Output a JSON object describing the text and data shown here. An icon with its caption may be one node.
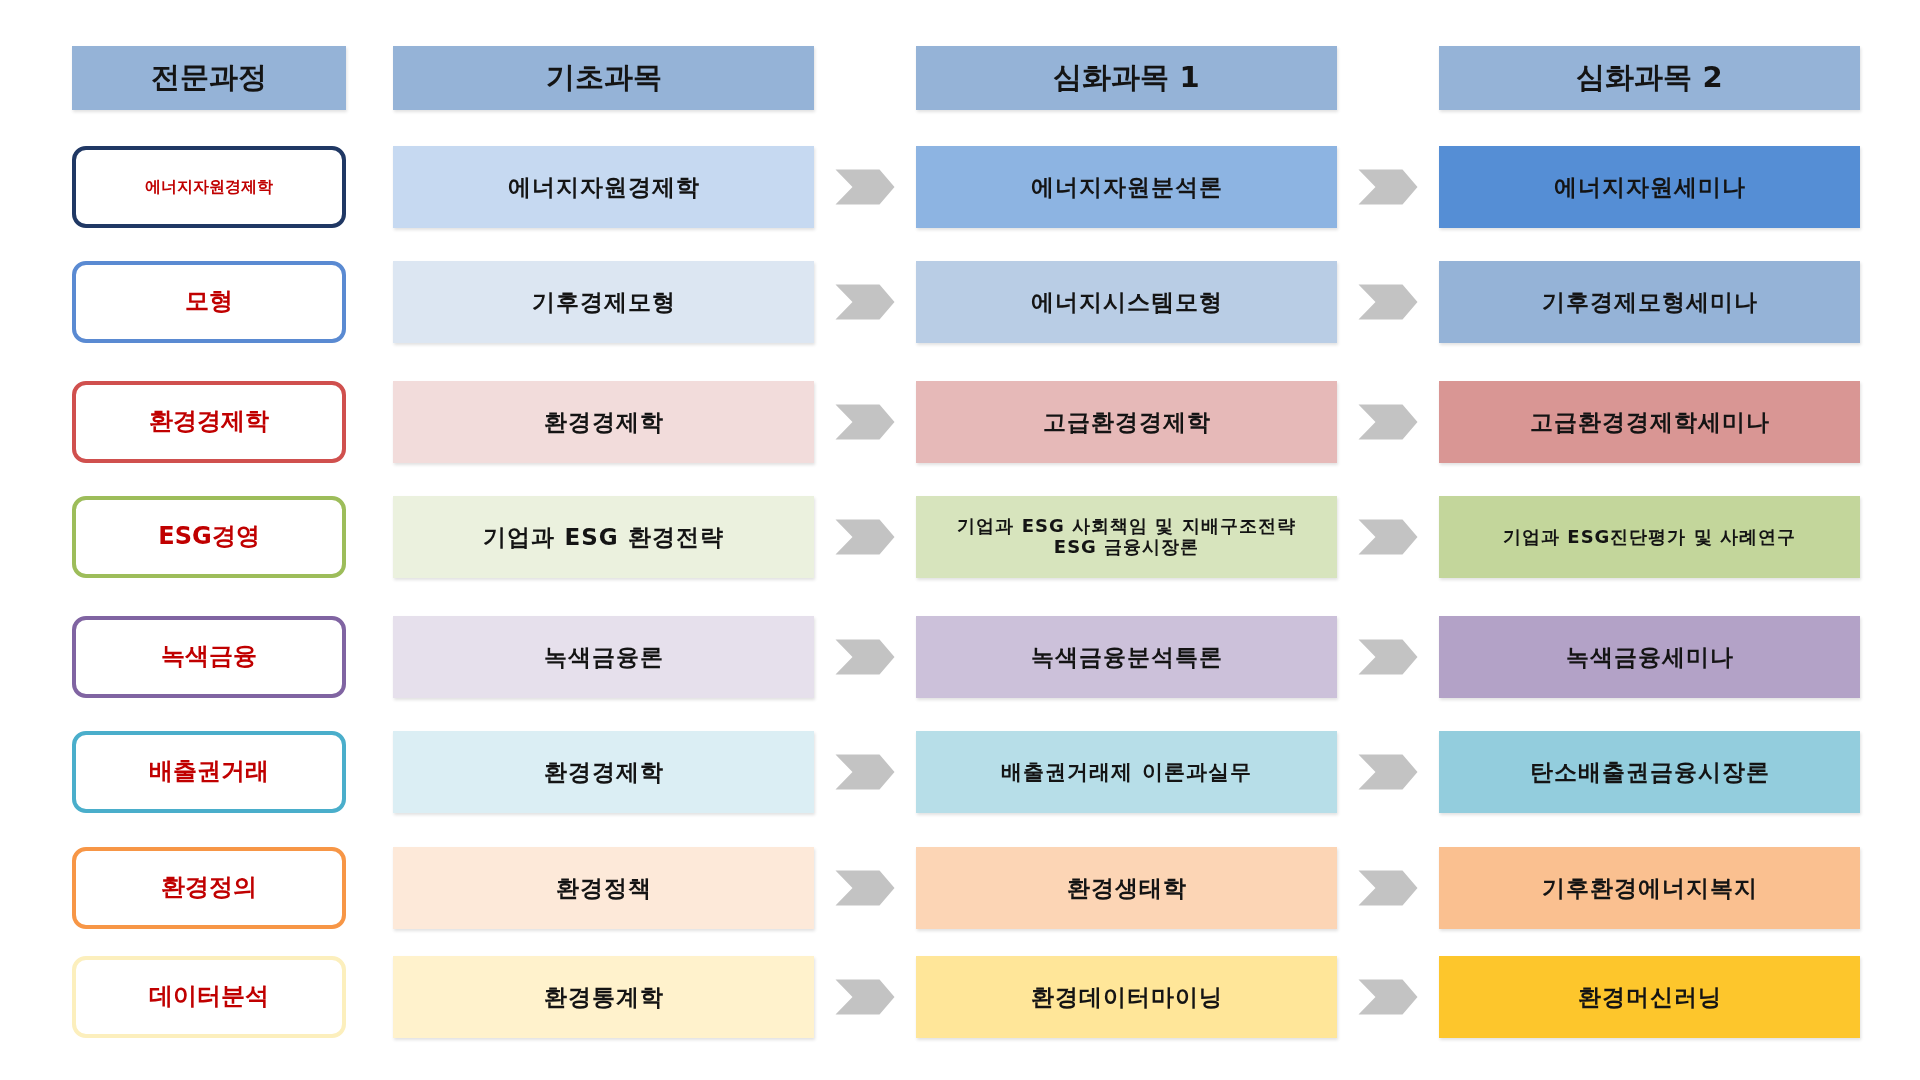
{
  "diagram": {
    "nodes": [
      {
        "text": [
          "전문과정"
        ]
      },
      {
        "text": [
          "기초과목"
        ]
      },
      {
        "text": [
          "심화과목 1"
        ]
      },
      {
        "text": [
          "심화과목 2"
        ]
      },
      {
        "text": [
          "에너지자원경제학"
        ]
      },
      {
        "text": [
          "에너지자원경제학"
        ]
      },
      {
        "text": [
          "에너지자원분석론"
        ]
      },
      {
        "text": [
          "에너지자원세미나"
        ]
      },
      {
        "text": [
          "모형"
        ]
      },
      {
        "text": [
          "기후경제모형"
        ]
      },
      {
        "text": [
          "에너지시스템모형"
        ]
      },
      {
        "text": [
          "기후경제모형세미나"
        ]
      },
      {
        "text": [
          "환경경제학"
        ]
      },
      {
        "text": [
          "환경경제학"
        ]
      },
      {
        "text": [
          "고급환경경제학"
        ]
      },
      {
        "text": [
          "고급환경경제학세미나"
        ]
      },
      {
        "text": [
          "ESG경영"
        ]
      },
      {
        "text": [
          "기업과 ESG 환경전략"
        ]
      },
      {
        "text": [
          "기업과 ESG 사회책임 및 지배구조전략",
          "ESG 금융시장론"
        ]
      },
      {
        "text": [
          "기업과 ESG진단평가 및 사례연구"
        ]
      },
      {
        "text": [
          "녹색금융"
        ]
      },
      {
        "text": [
          "녹색금융론"
        ]
      },
      {
        "text": [
          "녹색금융분석특론"
        ]
      },
      {
        "text": [
          "녹색금융세미나"
        ]
      },
      {
        "text": [
          "배출권거래"
        ]
      },
      {
        "text": [
          "환경경제학"
        ]
      },
      {
        "text": [
          "배출권거래제 이론과실무"
        ]
      },
      {
        "text": [
          "탄소배출권금융시장론"
        ]
      },
      {
        "text": [
          "환경정의"
        ]
      },
      {
        "text": [
          "환경정책"
        ]
      },
      {
        "text": [
          "환경생태학"
        ]
      },
      {
        "text": [
          "기후환경에너지복지"
        ]
      },
      {
        "text": [
          "데이터분석"
        ]
      },
      {
        "text": [
          "환경통계학"
        ]
      },
      {
        "text": [
          "환경데이터마이닝"
        ]
      },
      {
        "text": [
          "환경머신러닝"
        ]
      }
    ],
    "edges": [
      {
        "from": 5,
        "to": 6,
        "arrow": "to"
      },
      {
        "from": 6,
        "to": 7,
        "arrow": "to"
      },
      {
        "from": 9,
        "to": 10,
        "arrow": "to"
      },
      {
        "from": 10,
        "to": 11,
        "arrow": "to"
      },
      {
        "from": 13,
        "to": 14,
        "arrow": "to"
      },
      {
        "from": 14,
        "to": 15,
        "arrow": "to"
      },
      {
        "from": 17,
        "to": 18,
        "arrow": "to"
      },
      {
        "from": 18,
        "to": 19,
        "arrow": "to"
      },
      {
        "from": 21,
        "to": 22,
        "arrow": "to"
      },
      {
        "from": 22,
        "to": 23,
        "arrow": "to"
      },
      {
        "from": 25,
        "to": 26,
        "arrow": "to"
      },
      {
        "from": 26,
        "to": 27,
        "arrow": "to"
      },
      {
        "from": 29,
        "to": 30,
        "arrow": "to"
      },
      {
        "from": 30,
        "to": 31,
        "arrow": "to"
      },
      {
        "from": 33,
        "to": 34,
        "arrow": "to"
      },
      {
        "from": 34,
        "to": 35,
        "arrow": "to"
      }
    ]
  }
}
